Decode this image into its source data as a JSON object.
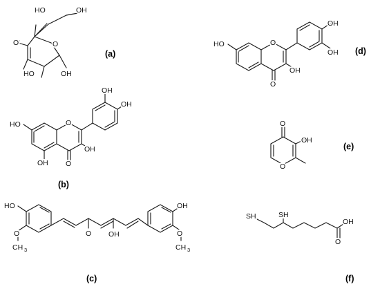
{
  "figure": {
    "panels": [
      {
        "label": "(a)"
      },
      {
        "label": "(b)"
      },
      {
        "label": "(c)"
      },
      {
        "label": "(d)"
      },
      {
        "label": "(e)"
      },
      {
        "label": "(f)"
      }
    ]
  },
  "atoms": {
    "oh": "OH",
    "ho": "HO",
    "o": "O",
    "sh": "SH",
    "ch3_c": "CH",
    "ch3_sub": "3"
  }
}
